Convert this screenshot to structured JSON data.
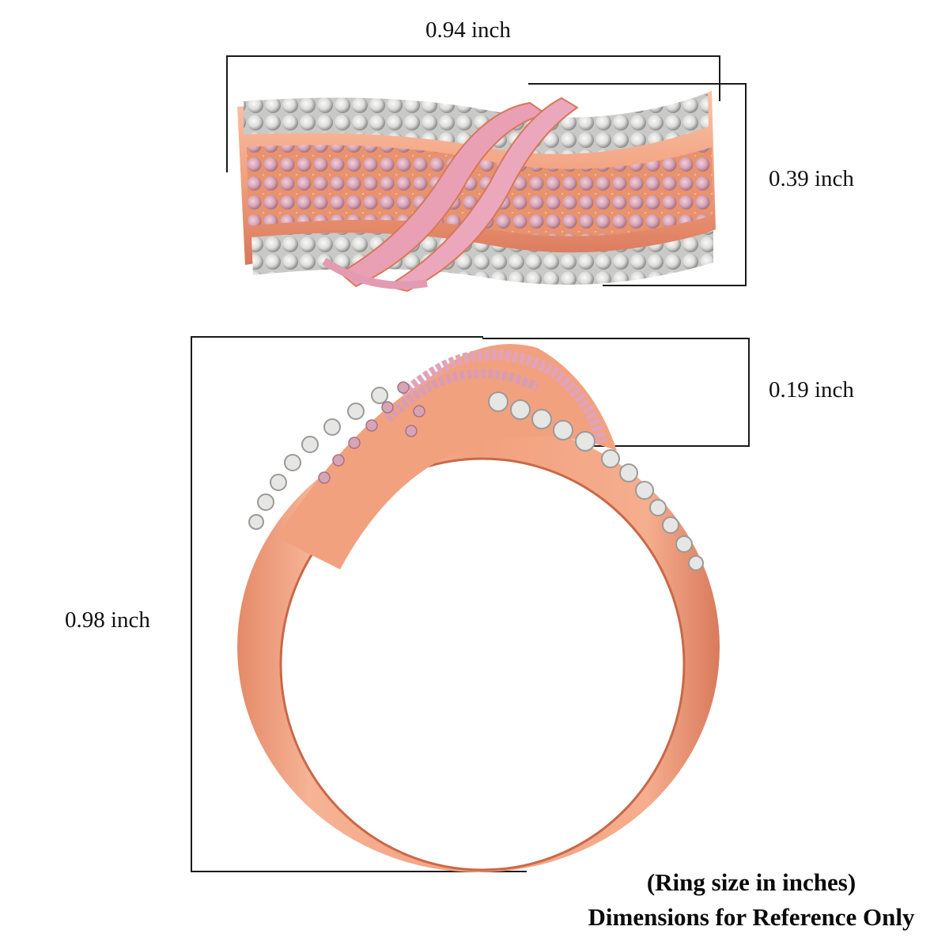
{
  "product": {
    "type": "ring",
    "views": [
      "top-view",
      "side-view"
    ],
    "colors": {
      "rose_gold": "#F2A17F",
      "rose_gold_dark": "#D9775A",
      "rose_gold_light": "#F9C4A8",
      "pink_stone": "#D9A6B8",
      "white_stone": "#E4E4E2",
      "white_stone_shadow": "#9C9C9A",
      "dimension_line": "#1A1A1A"
    }
  },
  "dimensions": {
    "top_width": "0.94 inch",
    "top_height": "0.39 inch",
    "side_top_height": "0.19 inch",
    "side_total_height": "0.98 inch"
  },
  "notes": {
    "line1": "(Ring size in inches)",
    "line2": "Dimensions for Reference Only"
  }
}
